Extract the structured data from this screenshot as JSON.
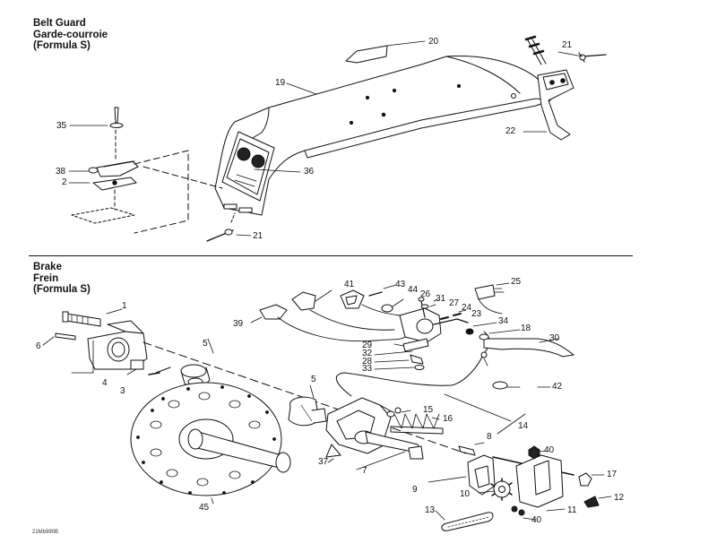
{
  "sections": {
    "belt_guard": {
      "lines": [
        "Belt Guard",
        "Garde-courroie",
        "(Formula S)"
      ]
    },
    "brake": {
      "lines": [
        "Brake",
        "Frein",
        "(Formula S)"
      ]
    }
  },
  "callouts": [
    {
      "key": "bg-20",
      "label": "20"
    },
    {
      "key": "bg-21a",
      "label": "21"
    },
    {
      "key": "bg-19",
      "label": "19"
    },
    {
      "key": "bg-35",
      "label": "35"
    },
    {
      "key": "bg-22",
      "label": "22"
    },
    {
      "key": "bg-38",
      "label": "38"
    },
    {
      "key": "bg-36",
      "label": "36"
    },
    {
      "key": "bg-2",
      "label": "2"
    },
    {
      "key": "bg-21b",
      "label": "21"
    },
    {
      "key": "br-41",
      "label": "41"
    },
    {
      "key": "br-43",
      "label": "43"
    },
    {
      "key": "br-25",
      "label": "25"
    },
    {
      "key": "br-44",
      "label": "44"
    },
    {
      "key": "br-26",
      "label": "26"
    },
    {
      "key": "br-31",
      "label": "31"
    },
    {
      "key": "br-1",
      "label": "1"
    },
    {
      "key": "br-27",
      "label": "27"
    },
    {
      "key": "br-24",
      "label": "24"
    },
    {
      "key": "br-23",
      "label": "23"
    },
    {
      "key": "br-39",
      "label": "39"
    },
    {
      "key": "br-34",
      "label": "34"
    },
    {
      "key": "br-18",
      "label": "18"
    },
    {
      "key": "br-6",
      "label": "6"
    },
    {
      "key": "br-30",
      "label": "30"
    },
    {
      "key": "br-5a",
      "label": "5"
    },
    {
      "key": "br-29",
      "label": "29"
    },
    {
      "key": "br-32",
      "label": "32"
    },
    {
      "key": "br-28",
      "label": "28"
    },
    {
      "key": "br-33",
      "label": "33"
    },
    {
      "key": "br-4",
      "label": "4"
    },
    {
      "key": "br-3",
      "label": "3"
    },
    {
      "key": "br-5b",
      "label": "5"
    },
    {
      "key": "br-42",
      "label": "42"
    },
    {
      "key": "br-15",
      "label": "15"
    },
    {
      "key": "br-16",
      "label": "16"
    },
    {
      "key": "br-14",
      "label": "14"
    },
    {
      "key": "br-8",
      "label": "8"
    },
    {
      "key": "br-40a",
      "label": "40"
    },
    {
      "key": "br-37",
      "label": "37"
    },
    {
      "key": "br-17",
      "label": "17"
    },
    {
      "key": "br-7",
      "label": "7"
    },
    {
      "key": "br-9",
      "label": "9"
    },
    {
      "key": "br-10",
      "label": "10"
    },
    {
      "key": "br-12",
      "label": "12"
    },
    {
      "key": "br-45",
      "label": "45"
    },
    {
      "key": "br-11",
      "label": "11"
    },
    {
      "key": "br-13",
      "label": "13"
    },
    {
      "key": "br-40b",
      "label": "40"
    }
  ],
  "footer_code": "21Mb990B"
}
